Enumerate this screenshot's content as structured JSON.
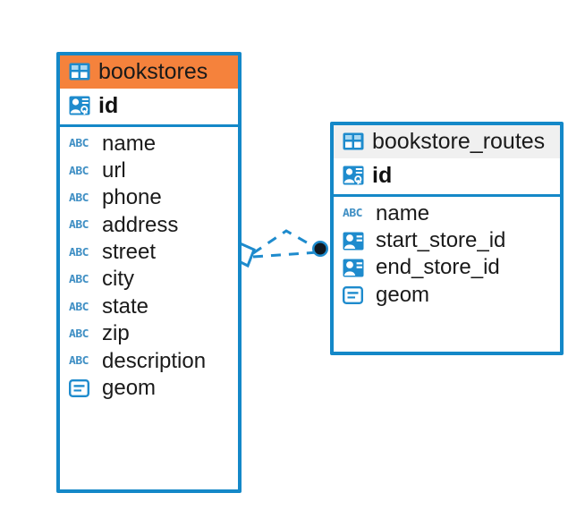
{
  "diagram": {
    "type": "entity-relationship-diagram",
    "background": "#ffffff",
    "colors": {
      "border": "#1488c8",
      "accent_header": "#f5823c",
      "plain_header": "#f0f0f0",
      "icon_blue": "#1e8bcd",
      "abc_blue": "#3f8fc4",
      "edge": "#1e8bcd",
      "endpoint_dot": "#101820"
    }
  },
  "entities": [
    {
      "id": "bookstores",
      "title": "bookstores",
      "header_style": "accent",
      "title_icon": "table-icon",
      "primary_key": {
        "name": "id",
        "icon": "primary-key-icon"
      },
      "fields": [
        {
          "name": "name",
          "icon": "abc-text-icon",
          "type_glyph": "ABC"
        },
        {
          "name": "url",
          "icon": "abc-text-icon",
          "type_glyph": "ABC"
        },
        {
          "name": "phone",
          "icon": "abc-text-icon",
          "type_glyph": "ABC"
        },
        {
          "name": "address",
          "icon": "abc-text-icon",
          "type_glyph": "ABC"
        },
        {
          "name": "street",
          "icon": "abc-text-icon",
          "type_glyph": "ABC"
        },
        {
          "name": "city",
          "icon": "abc-text-icon",
          "type_glyph": "ABC"
        },
        {
          "name": "state",
          "icon": "abc-text-icon",
          "type_glyph": "ABC"
        },
        {
          "name": "zip",
          "icon": "abc-text-icon",
          "type_glyph": "ABC"
        },
        {
          "name": "description",
          "icon": "abc-text-icon",
          "type_glyph": "ABC"
        },
        {
          "name": "geom",
          "icon": "geometry-icon",
          "type_glyph": ""
        }
      ]
    },
    {
      "id": "bookstore_routes",
      "title": "bookstore_routes",
      "header_style": "plain",
      "title_icon": "table-icon",
      "primary_key": {
        "name": "id",
        "icon": "primary-key-icon"
      },
      "fields": [
        {
          "name": "name",
          "icon": "abc-text-icon",
          "type_glyph": "ABC"
        },
        {
          "name": "start_store_id",
          "icon": "foreign-key-icon",
          "type_glyph": ""
        },
        {
          "name": "end_store_id",
          "icon": "foreign-key-icon",
          "type_glyph": ""
        },
        {
          "name": "geom",
          "icon": "geometry-icon",
          "type_glyph": ""
        }
      ]
    }
  ],
  "relationship": {
    "from_entity": "bookstores",
    "to_entity": "bookstore_routes",
    "line_style": "dashed",
    "from_marker": "open-diamond",
    "to_marker": "filled-circle"
  }
}
